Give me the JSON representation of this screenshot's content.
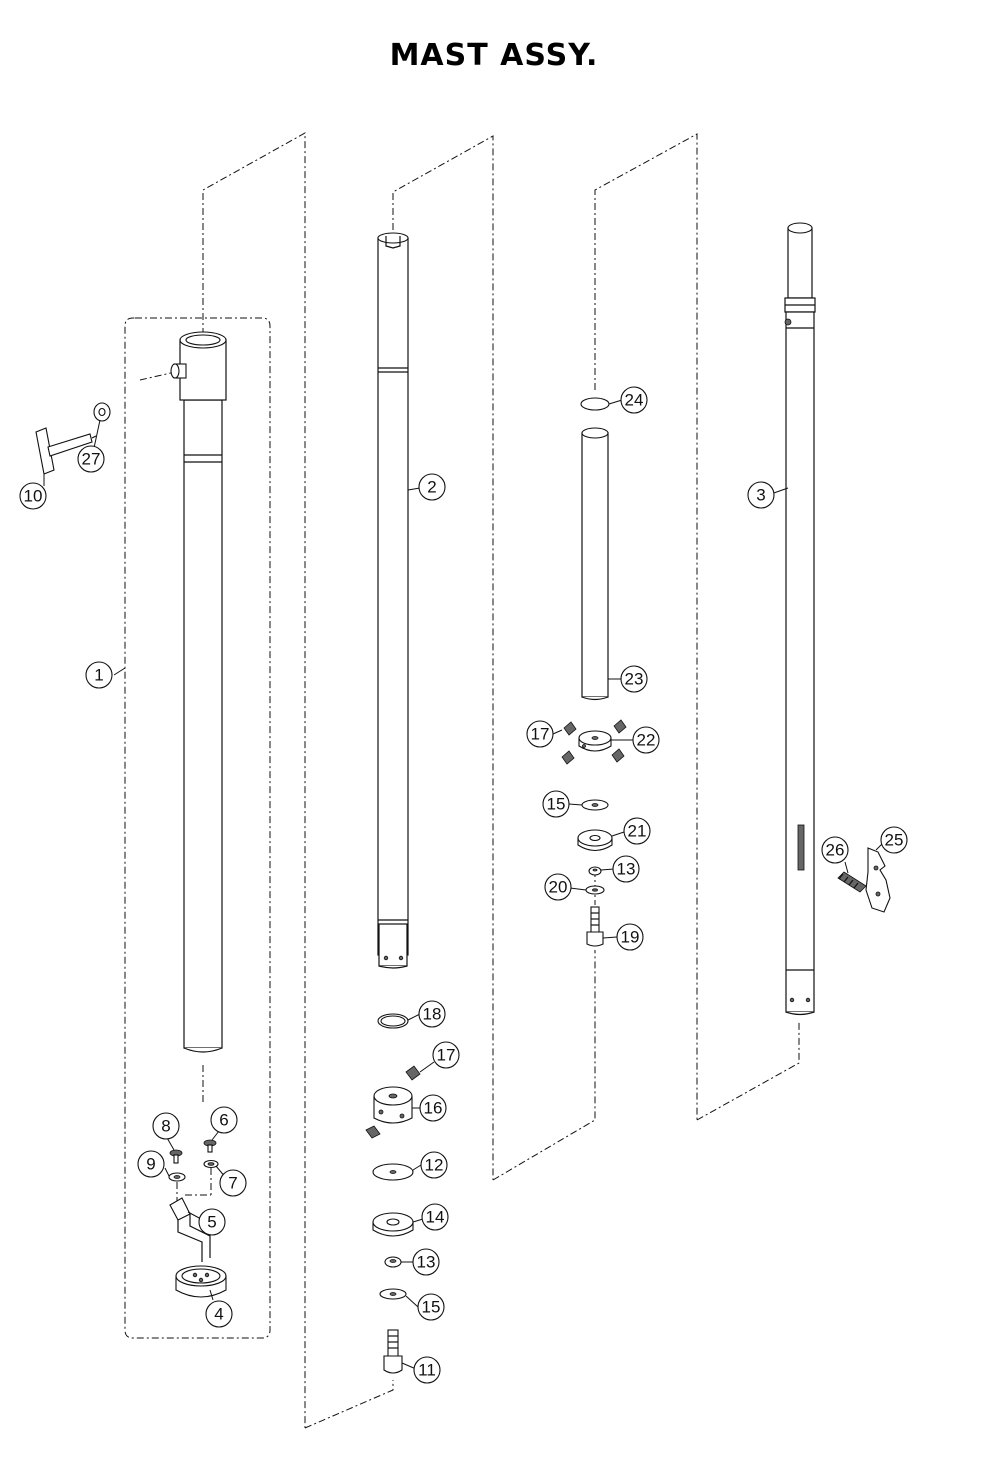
{
  "title": "MAST ASSY.",
  "callouts": [
    "1",
    "2",
    "3",
    "4",
    "5",
    "6",
    "7",
    "8",
    "9",
    "10",
    "11",
    "12",
    "13",
    "13",
    "14",
    "15",
    "15",
    "16",
    "17",
    "17",
    "18",
    "19",
    "20",
    "21",
    "22",
    "23",
    "24",
    "25",
    "26",
    "27"
  ]
}
